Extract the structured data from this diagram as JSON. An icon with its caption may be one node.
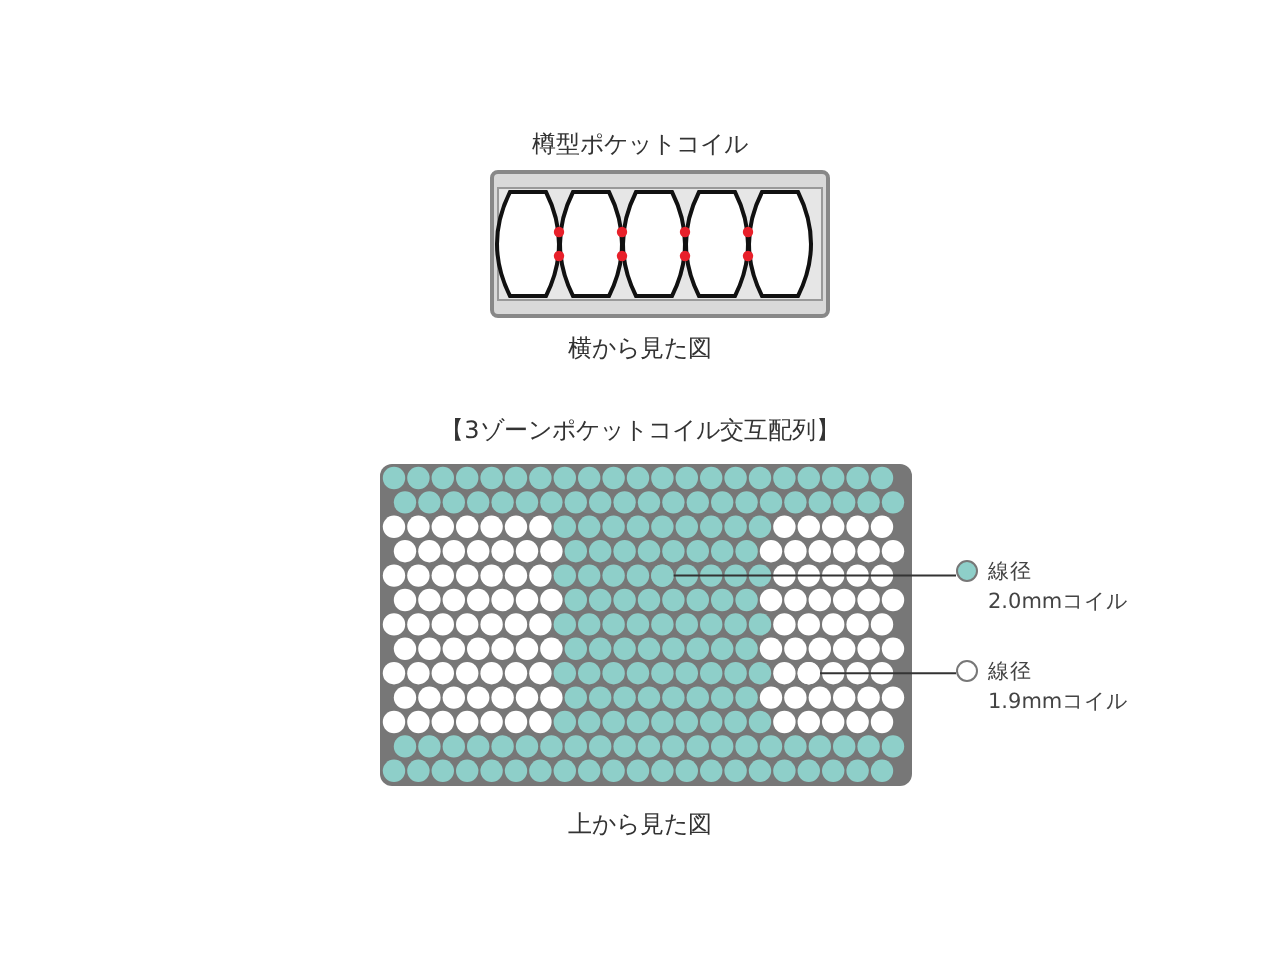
{
  "diagram": {
    "nodes": [
      {
        "text": [
          "線径",
          "2.0mmコイル"
        ]
      },
      {
        "text": [],
        "shape": "circle"
      },
      {
        "text": [
          "線径",
          "1.9mmコイル"
        ]
      },
      {
        "text": [],
        "shape": "circle"
      }
    ],
    "edges": [
      {
        "from": 0,
        "to": 1,
        "arrow": "none"
      },
      {
        "from": 2,
        "to": 3,
        "arrow": "none"
      }
    ],
    "labels": [
      "樽型ポケットコイル",
      "横から見た図",
      "【3ゾーンポケットコイル交互配列】",
      "上から見た図"
    ]
  }
}
